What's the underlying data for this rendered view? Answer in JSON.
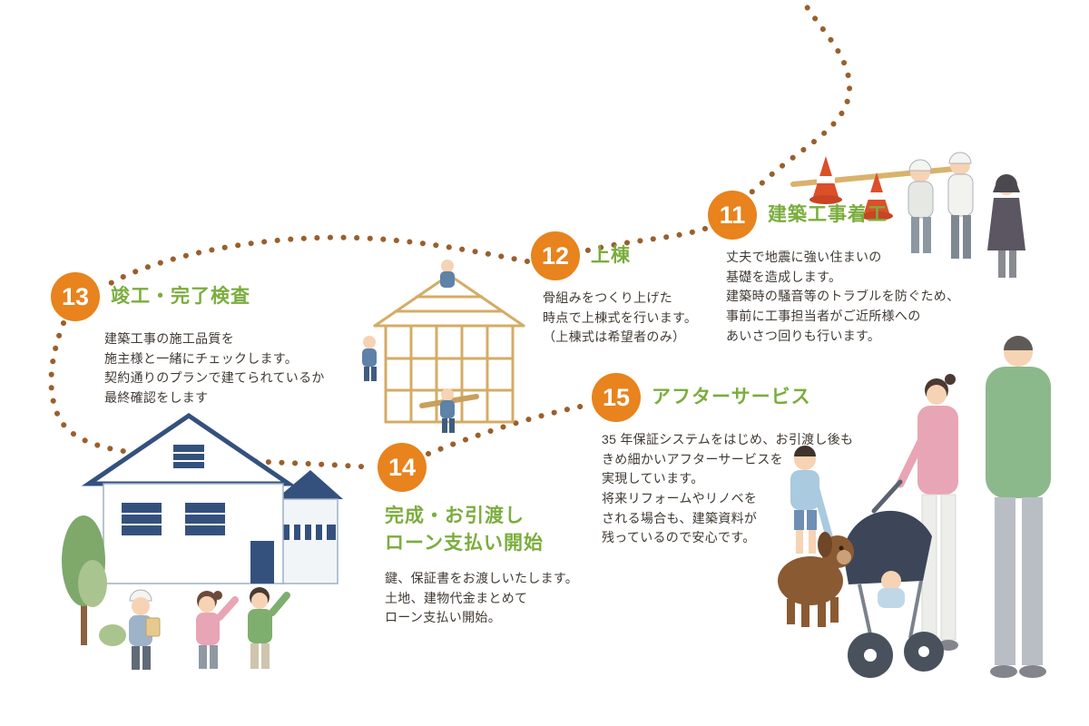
{
  "colors": {
    "step_badge_orange": "#E8831D",
    "heading_green": "#7BAD3D",
    "body_text": "#403A33",
    "dotted_trail_brown": "#9A5F2B",
    "house_navy": "#34517E",
    "timber_tan": "#D4AC66"
  },
  "steps": [
    {
      "number": "11",
      "title_lines": [
        "建築工事着工"
      ],
      "body_lines": [
        "丈夫で地震に強い住まいの",
        "基礎を造成します。",
        "建築時の騒音等のトラブルを防ぐため、",
        "事前に工事担当者がご近所様への",
        "あいさつ回りも行います。"
      ]
    },
    {
      "number": "12",
      "title_lines": [
        "上棟"
      ],
      "body_lines": [
        "骨組みをつくり上げた",
        "時点で上棟式を行います。",
        "（上棟式は希望者のみ）"
      ]
    },
    {
      "number": "13",
      "title_lines": [
        "竣工・完了検査"
      ],
      "body_lines": [
        "建築工事の施工品質を",
        "施主様と一緒にチェックします。",
        "契約通りのプランで建てられているか",
        "最終確認をします"
      ]
    },
    {
      "number": "14",
      "title_lines": [
        "完成・お引渡し",
        "ローン支払い開始"
      ],
      "body_lines": [
        "鍵、保証書をお渡しいたします。",
        "土地、建物代金まとめて",
        "ローン支払い開始。"
      ]
    },
    {
      "number": "15",
      "title_lines": [
        "アフターサービス"
      ],
      "body_lines": [
        "35 年保証システムをはじめ、お引渡し後も",
        "きめ細かいアフターサービスを",
        "実現しています。",
        "将来リフォームやリノベを",
        "される場合も、建築資料が",
        "残っているので安心です。"
      ]
    }
  ],
  "illustrations": [
    {
      "name": "construction-start-illustration"
    },
    {
      "name": "timber-frame-illustration"
    },
    {
      "name": "completed-house-illustration"
    },
    {
      "name": "family-illustration"
    }
  ]
}
